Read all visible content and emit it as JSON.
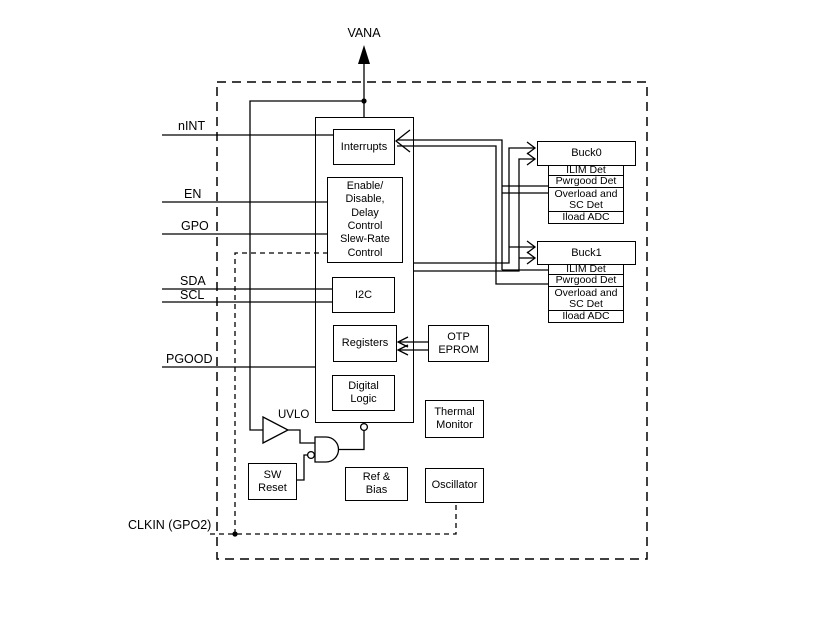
{
  "diagram": {
    "title_hint": "PMIC functional block diagram",
    "colors": {
      "stroke": "#000000",
      "background": "#ffffff"
    },
    "power_pin": {
      "label": "VANA"
    },
    "pins": [
      {
        "label": "nINT"
      },
      {
        "label": "EN"
      },
      {
        "label": "GPO"
      },
      {
        "label": "SDA"
      },
      {
        "label": "SCL"
      },
      {
        "label": "PGOOD"
      },
      {
        "label": "CLKIN (GPO2)"
      }
    ],
    "blocks": {
      "interrupts": "Interrupts",
      "enable_lines": [
        "Enable/",
        "Disable,",
        "Delay",
        "Control",
        "Slew-Rate",
        "Control"
      ],
      "i2c": "I2C",
      "registers": "Registers",
      "digital_logic": [
        "Digital",
        "Logic"
      ],
      "otp": [
        "OTP",
        "EPROM"
      ],
      "thermal": [
        "Thermal",
        "Monitor"
      ],
      "oscillator": "Oscillator",
      "ref_bias": [
        "Ref &",
        "Bias"
      ],
      "sw_reset": [
        "SW",
        "Reset"
      ],
      "uvlo": "UVLO"
    },
    "buck0": {
      "title": "Buck0",
      "rows": [
        "ILIM Det",
        "Pwrgood Det",
        "Overload and SC Det",
        "Iload ADC"
      ]
    },
    "buck1": {
      "title": "Buck1",
      "rows": [
        "ILIM Det",
        "Pwrgood Det",
        "Overload and SC Det",
        "Iload ADC"
      ]
    }
  }
}
